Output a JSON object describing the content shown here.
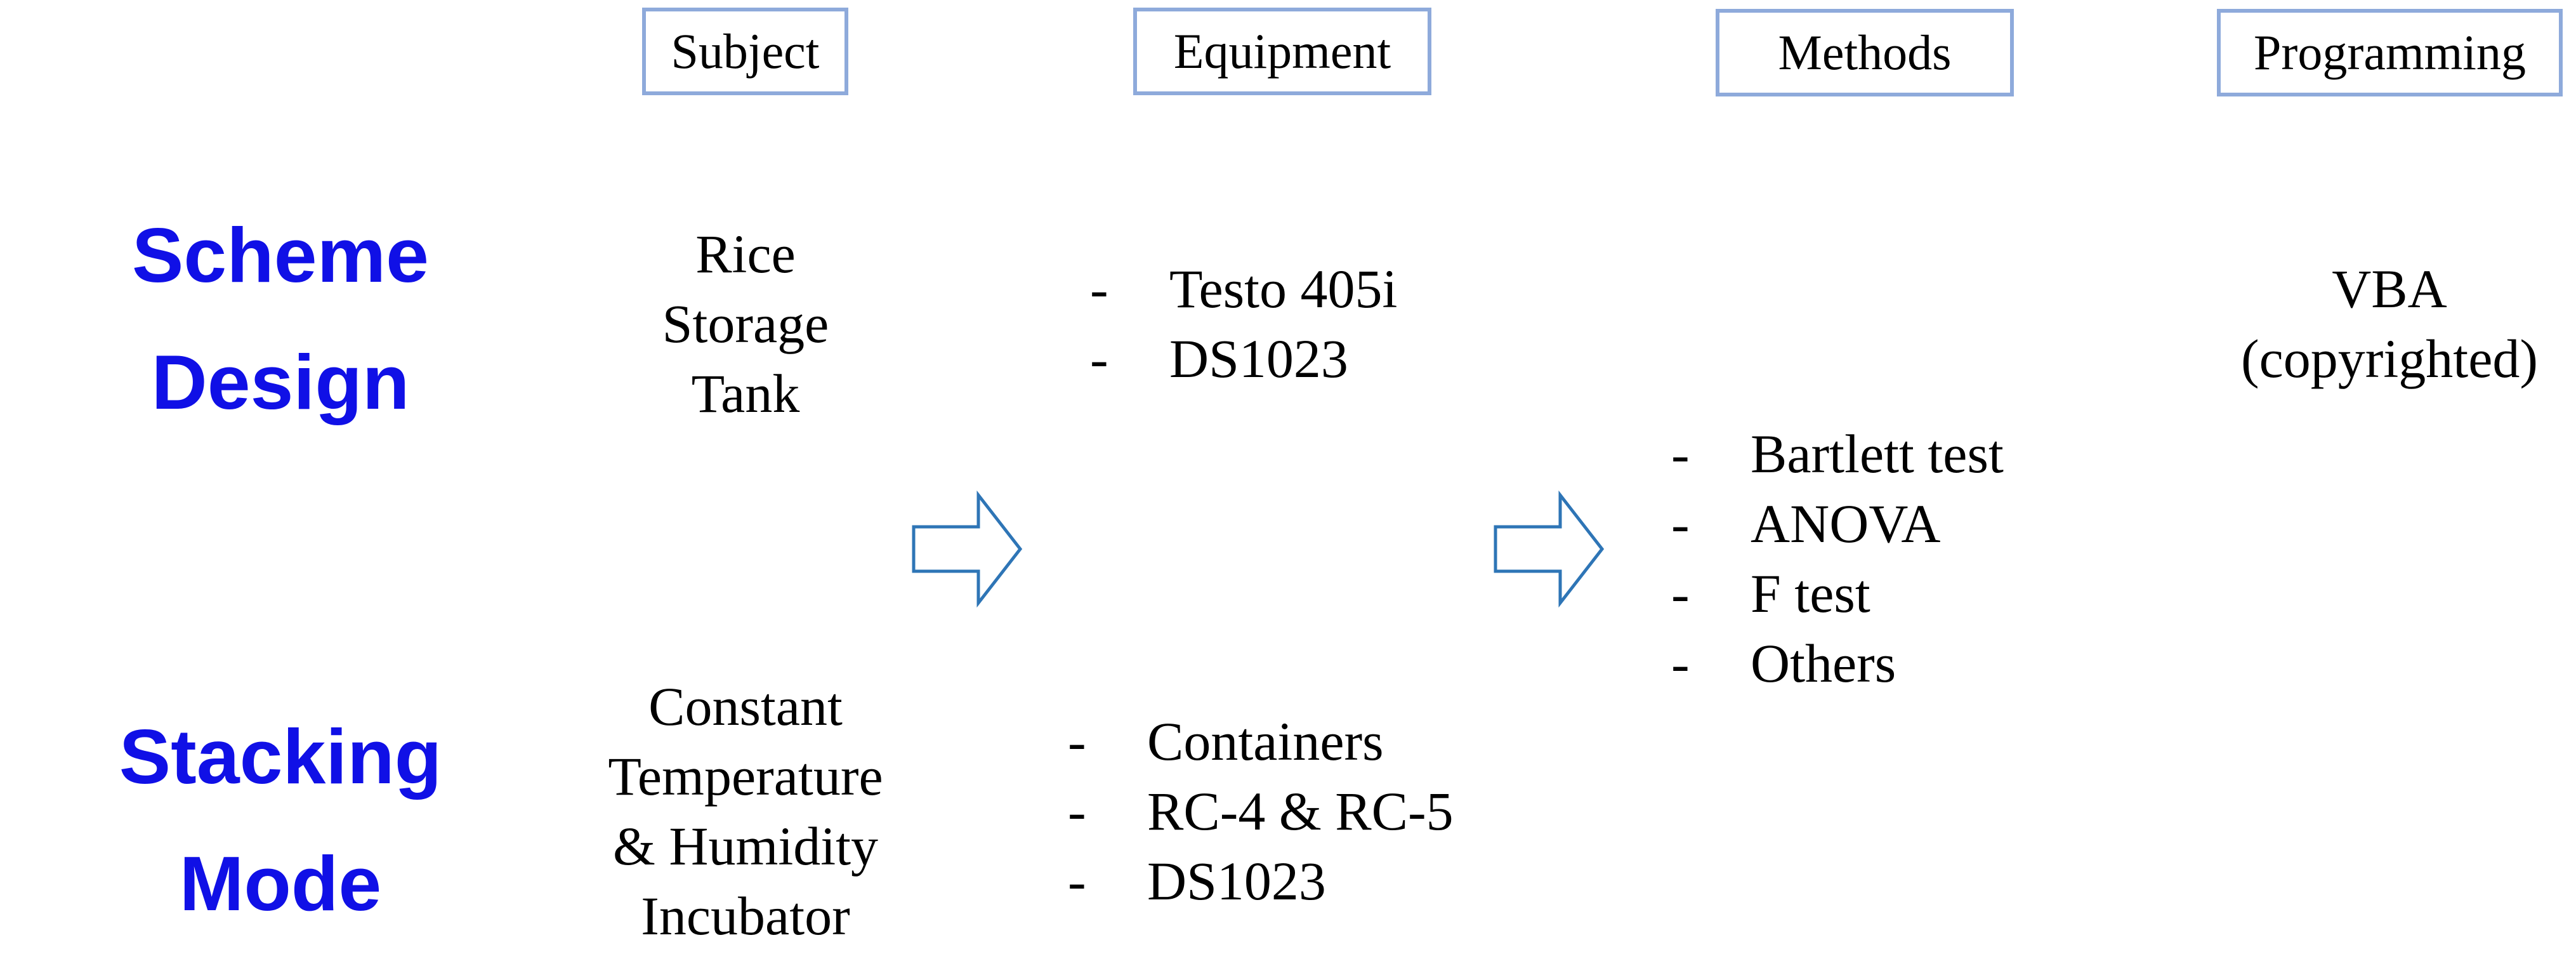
{
  "headers": {
    "subject": "Subject",
    "equipment": "Equipment",
    "methods": "Methods",
    "programming": "Programming"
  },
  "rows": {
    "scheme_design": {
      "label_line1": "Scheme",
      "label_line2": "Design",
      "subject_lines": [
        "Rice",
        "Storage",
        "Tank"
      ],
      "equipment": [
        "Testo 405i",
        "DS1023"
      ]
    },
    "stacking_mode": {
      "label_line1": "Stacking",
      "label_line2": "Mode",
      "subject_lines": [
        "Constant",
        "Temperature",
        "& Humidity",
        "Incubator"
      ],
      "equipment": [
        "Containers",
        "RC-4 & RC-5",
        "DS1023"
      ]
    }
  },
  "methods": [
    "Bartlett test",
    "ANOVA",
    "F test",
    "Others"
  ],
  "programming": {
    "line1": "VBA",
    "line2": "(copyrighted)"
  },
  "colors": {
    "row_label": "#1010e6",
    "header_border": "#8eaadb",
    "arrow_stroke": "#2e75b6"
  }
}
